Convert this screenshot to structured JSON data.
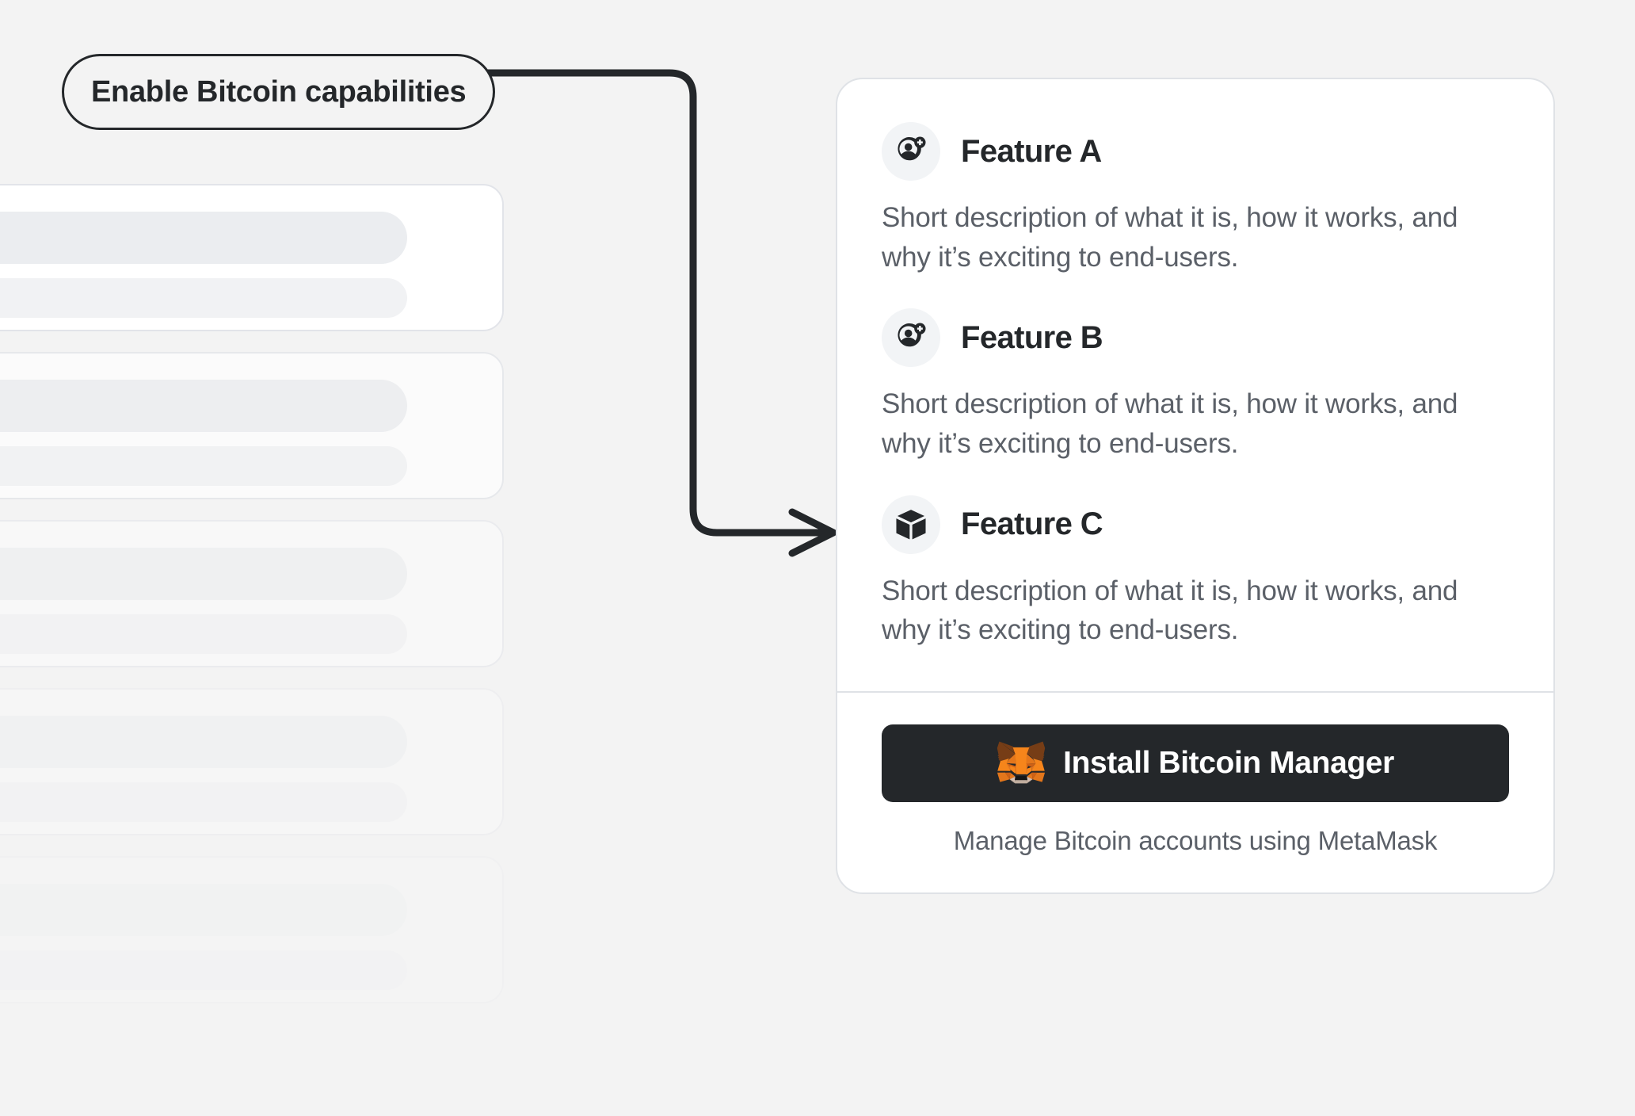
{
  "page": {
    "background_color": "#f3f3f3"
  },
  "callout": {
    "label": "Enable Bitcoin capabilities",
    "border_color": "#24272a",
    "dot_color": "#24272a",
    "connector_color": "#24272a"
  },
  "skeleton": {
    "card_count": 5,
    "card_background": "#ffffff",
    "card_border_color": "#e2e4e9",
    "bar_color": "#ebedf0"
  },
  "card": {
    "background": "#ffffff",
    "border_color": "#dfe2e6",
    "features": [
      {
        "icon": "user-sparkle-icon",
        "title": "Feature A",
        "description": "Short description of what it is, how it works, and why it’s exciting to end-users."
      },
      {
        "icon": "user-sparkle-icon",
        "title": "Feature B",
        "description": "Short description of what it is, how it works, and why it’s exciting to end-users."
      },
      {
        "icon": "cube-icon",
        "title": "Feature C",
        "description": "Short description of what it is, how it works, and why it’s exciting to end-users."
      }
    ],
    "footer": {
      "button_icon": "metamask-fox-icon",
      "button_label": "Install Bitcoin Manager",
      "button_color": "#24272a",
      "button_text_color": "#ffffff",
      "note": "Manage Bitcoin accounts using MetaMask"
    }
  }
}
